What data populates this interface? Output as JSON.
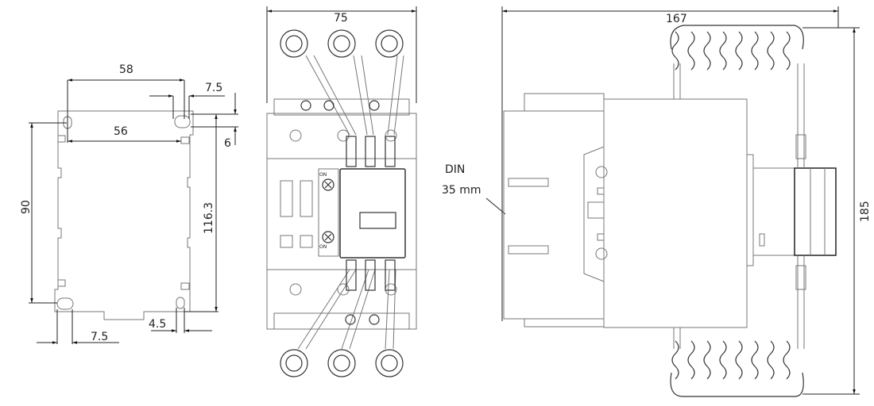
{
  "front_view_dimensions": {
    "width_holes": "58",
    "inner_width": "56",
    "hole_offset_top": "7.5",
    "top_offset": "6",
    "height_holes": "90",
    "total_height": "116.3",
    "bottom_right_offset": "4.5",
    "bottom_left_offset": "7.5"
  },
  "top_view_dimensions": {
    "width": "75",
    "switch_label_top": "ON",
    "switch_label_bottom": "ON"
  },
  "side_view_dimensions": {
    "depth": "167",
    "height": "185",
    "din_label": "DIN",
    "din_size": "35 mm"
  }
}
